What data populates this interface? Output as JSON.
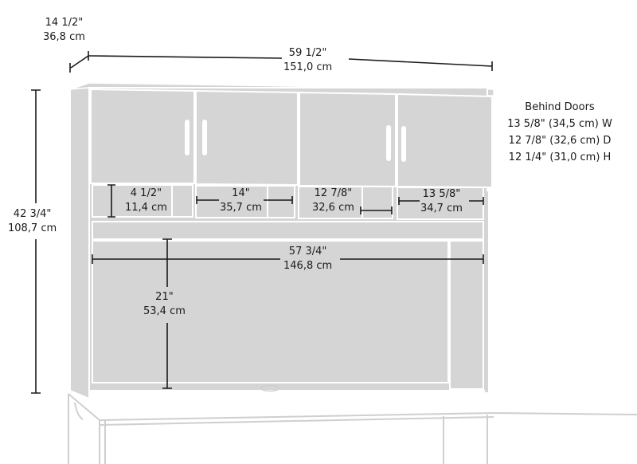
{
  "diagram": {
    "subject": "Hutch with four doors, cubbies, and shelf on desk",
    "colors": {
      "panel_fill": "#d4d5d4",
      "outline": "#ffffff",
      "dimension_line": "#1a1a1a",
      "desk_outline": "#cfcfcf"
    },
    "dimensions": {
      "depth": {
        "imperial": "14 1/2\"",
        "metric": "36,8 cm"
      },
      "overall_width": {
        "imperial": "59 1/2\"",
        "metric": "151,0 cm"
      },
      "overall_height": {
        "imperial": "42 3/4\"",
        "metric": "108,7 cm"
      },
      "cubby_height": {
        "imperial": "4 1/2\"",
        "metric": "11,4 cm"
      },
      "cubby_1_width": {
        "imperial": "14\"",
        "metric": "35,7 cm"
      },
      "cubby_2_width": {
        "imperial": "12 7/8\"",
        "metric": "32,6 cm"
      },
      "cubby_3_width": {
        "imperial": "13 5/8\"",
        "metric": "34,7 cm"
      },
      "inner_width": {
        "imperial": "57 3/4\"",
        "metric": "146,8 cm"
      },
      "open_height": {
        "imperial": "21\"",
        "metric": "53,4 cm"
      }
    },
    "behind_doors": {
      "title": "Behind Doors",
      "lines": [
        "13 5/8\" (34,5 cm) W",
        "12 7/8\" (32,6 cm) D",
        "12 1/4\" (31,0 cm) H"
      ]
    }
  }
}
